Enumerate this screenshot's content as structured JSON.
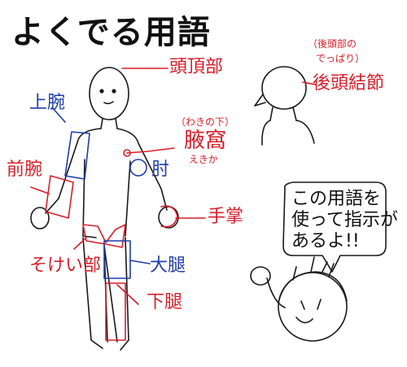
{
  "title": "よくでる用語",
  "labels": {
    "toutoubu": "頭頂部",
    "joowan": "上腕",
    "zenwan": "前腕",
    "waki_note": "（わきの下）",
    "wakika": "腋窩",
    "wakika_reading": "えきか",
    "hiji": "肘",
    "koutoubu_note_1": "（後頭部の",
    "koutoubu_note_2": "でっぱり）",
    "koutoukessetsu": "後頭結節",
    "shushou": "手掌",
    "sokeibu": "そけい部",
    "daitai": "大腿",
    "katai": "下腿"
  },
  "speech_bubble": {
    "line1": "この用語を",
    "line2": "使って指示が",
    "line3": "あるよ!!"
  },
  "colors": {
    "ink": "#1a1a1a",
    "label_red": "#d81e2a",
    "label_blue": "#1f3ea8"
  }
}
